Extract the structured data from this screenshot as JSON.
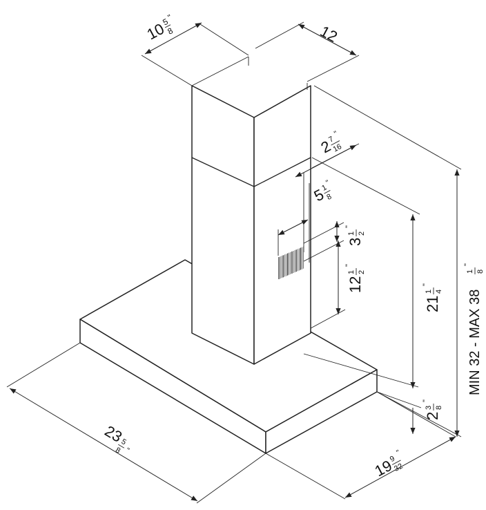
{
  "dimensions": {
    "chimney_width": {
      "whole": "10",
      "num": "5",
      "den": "8",
      "unit": "\""
    },
    "chimney_depth": {
      "whole": "12",
      "unit": "\""
    },
    "total_height": {
      "prefix": "MIN 32 - MAX 38",
      "num": "1",
      "den": "8",
      "unit": "\""
    },
    "vent_offset_top": {
      "whole": "2",
      "num": "7",
      "den": "16",
      "unit": "\""
    },
    "vent_offset_side": {
      "whole": "5",
      "num": "1",
      "den": "8",
      "unit": "\""
    },
    "vent_height_small": {
      "whole": "3",
      "num": "1",
      "den": "2",
      "unit": "\""
    },
    "vent_height_large": {
      "whole": "12",
      "num": "1",
      "den": "2",
      "unit": "\""
    },
    "chimney_height": {
      "whole": "21",
      "num": "1",
      "den": "4",
      "unit": "\""
    },
    "canopy_height": {
      "whole": "2",
      "num": "3",
      "den": "8",
      "unit": "\""
    },
    "canopy_width": {
      "whole": "23",
      "num": "5",
      "den": "8",
      "unit": "\""
    },
    "canopy_depth": {
      "whole": "19",
      "num": "9",
      "den": "32",
      "unit": "\""
    }
  }
}
